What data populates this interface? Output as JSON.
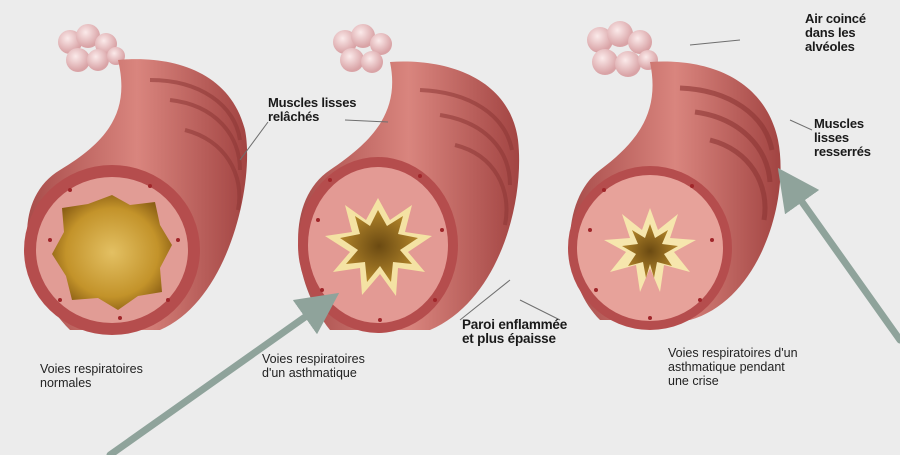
{
  "labels": {
    "muscles_relaxed": [
      "Muscles lisses",
      "relâchés"
    ],
    "trapped_air": [
      "Air coincé",
      "dans les",
      "alvéoles"
    ],
    "muscles_tightened": [
      "Muscles",
      "lisses",
      "resserrés"
    ],
    "inflamed_wall": [
      "Paroi enflammée",
      "et plus épaisse"
    ]
  },
  "captions": {
    "normal": [
      "Voies respiratoires",
      "normales"
    ],
    "asthmatic": [
      "Voies respiratoires",
      "d'un asthmatique"
    ],
    "crisis": [
      "Voies respiratoires d'un",
      "asthmatique pendant",
      "une crise"
    ]
  },
  "colors": {
    "background": "#ececec",
    "tube_outer": "#b85a58",
    "tube_ring": "#d98c86",
    "lumen_normal": "#c79a2e",
    "arrow": "#8fa39b"
  }
}
